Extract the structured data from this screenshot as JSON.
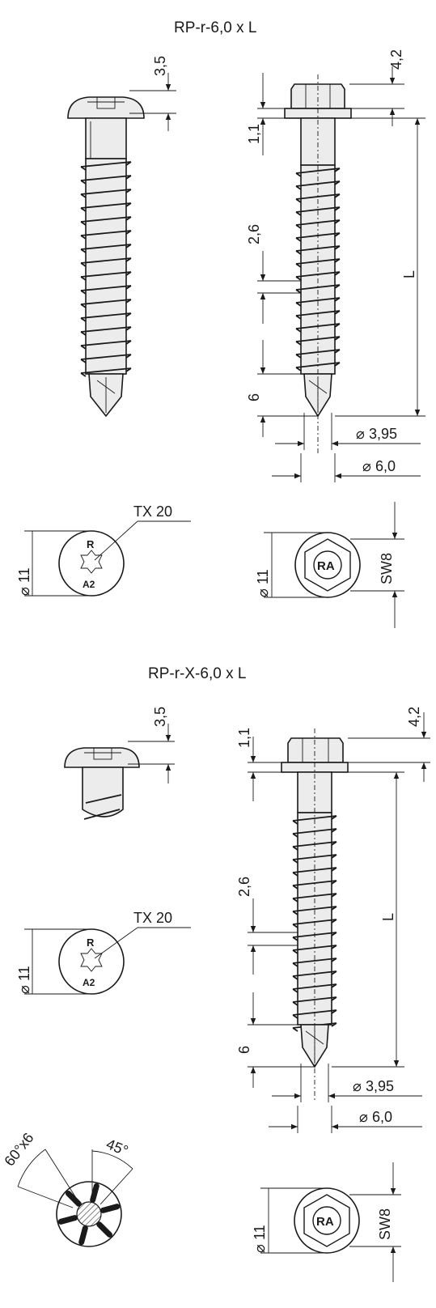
{
  "drawing_1": {
    "title": "RP-r-6,0 x L",
    "head_height_pan": "3,5",
    "head_height_hex": "4,2",
    "washer_height": "1,1",
    "pitch": "2,6",
    "tip_length": "6",
    "length": "L",
    "core_diameter": "3,95",
    "outer_diameter": "6,0",
    "head_diameter_pan": "11",
    "head_diameter_hex": "11",
    "drive": "TX 20",
    "head_mark_top": "R",
    "head_mark_bottom": "A2",
    "hex_mark": "RA",
    "wrench_size": "SW8"
  },
  "drawing_2": {
    "title": "RP-r-X-6,0 x L",
    "head_height_pan": "3,5",
    "head_height_hex": "4,2",
    "washer_height": "1,1",
    "pitch": "2,6",
    "tip_length": "6",
    "length": "L",
    "core_diameter": "3,95",
    "outer_diameter": "6,0",
    "head_diameter_pan": "11",
    "head_diameter_hex": "11",
    "drive": "TX 20",
    "head_mark_top": "R",
    "head_mark_bottom": "A2",
    "hex_mark": "RA",
    "wrench_size": "SW8",
    "rib_spec": "60°x6",
    "rib_angle": "45°"
  },
  "symbols": {
    "diameter": "⌀"
  }
}
